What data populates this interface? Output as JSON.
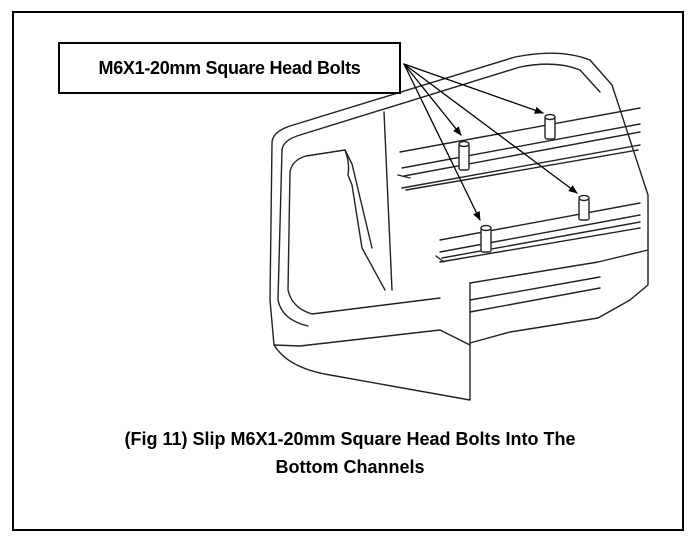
{
  "callout": {
    "label": "M6X1-20mm Square Head Bolts"
  },
  "caption": {
    "line1": "(Fig 11) Slip M6X1-20mm Square Head Bolts Into The",
    "line2": "Bottom Channels"
  }
}
